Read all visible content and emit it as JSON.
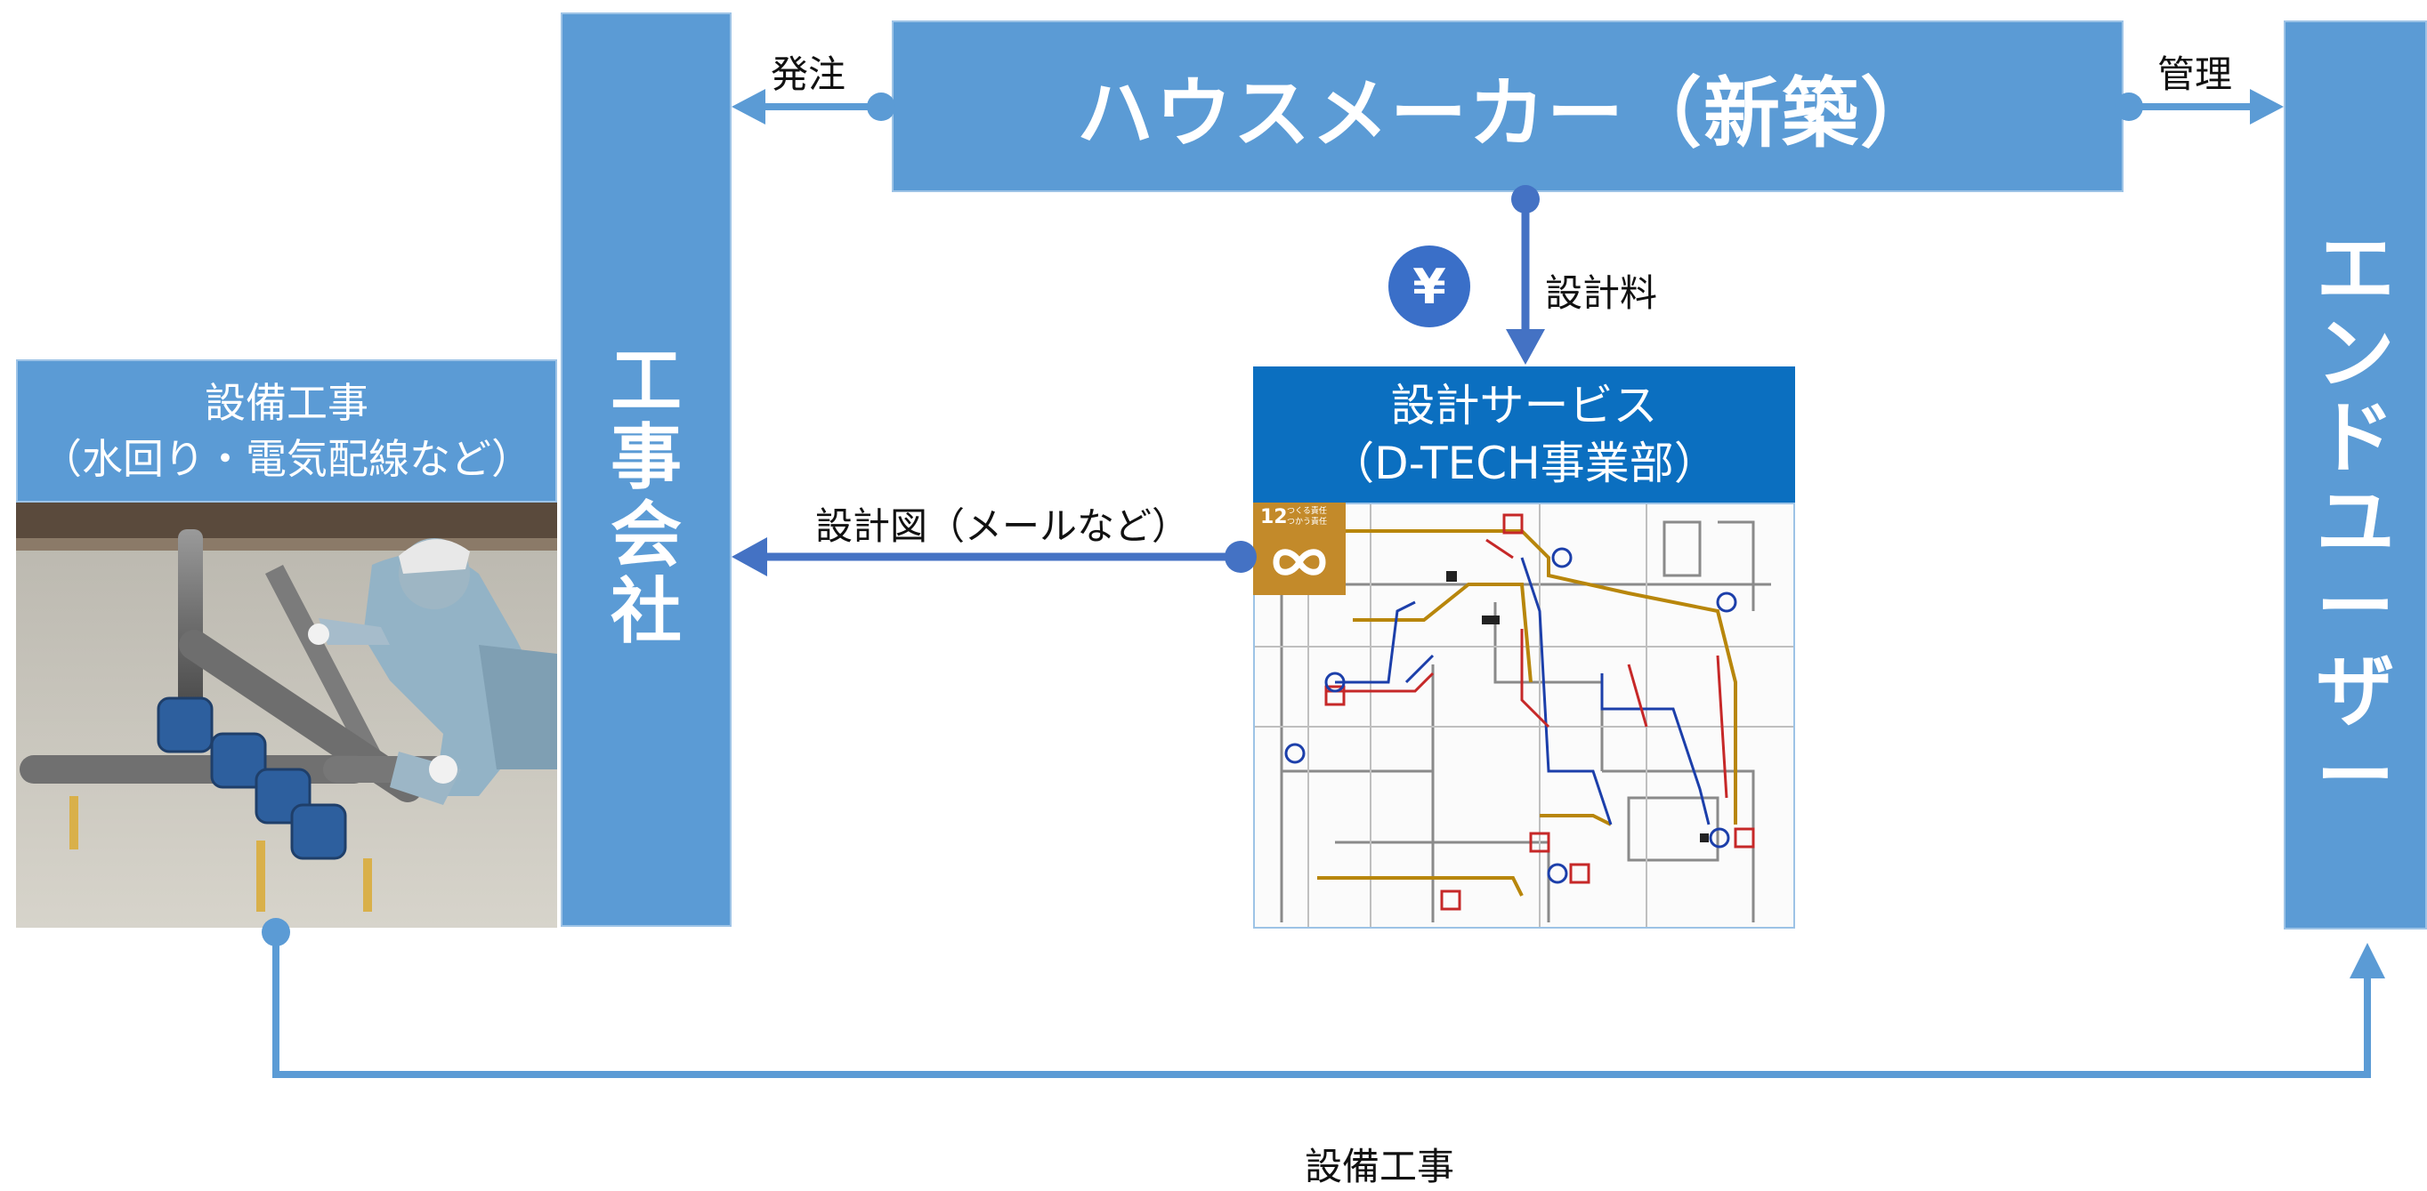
{
  "house_maker": {
    "label": "ハウスメーカー（新築）"
  },
  "construction_company": {
    "chars": [
      "工",
      "事",
      "会",
      "社"
    ]
  },
  "end_user": {
    "chars": [
      "エ",
      "ン",
      "ド",
      "ユ",
      "ー",
      "ザ",
      "ー"
    ]
  },
  "equipment_work": {
    "line1": "設備工事",
    "line2": "（水回り・電気配線など）"
  },
  "design_service": {
    "line1": "設計サービス",
    "line2": "（D-TECH事業部）"
  },
  "sdg_badge": {
    "number": "12",
    "text1": "つくる責任",
    "text2": "つかう責任"
  },
  "arrows": {
    "order": "発注",
    "manage": "管理",
    "design_fee": "設計料",
    "drawings": "設計図（メールなど）",
    "equipment_work": "設備工事"
  },
  "yen_icon": {
    "symbol": "¥"
  },
  "colors": {
    "box_light": "#5b9bd5",
    "box_dark": "#0b6fc0",
    "arrow": "#4472c4",
    "arrow_light": "#5b9bd5",
    "sdg_orange": "#c38a2a"
  }
}
